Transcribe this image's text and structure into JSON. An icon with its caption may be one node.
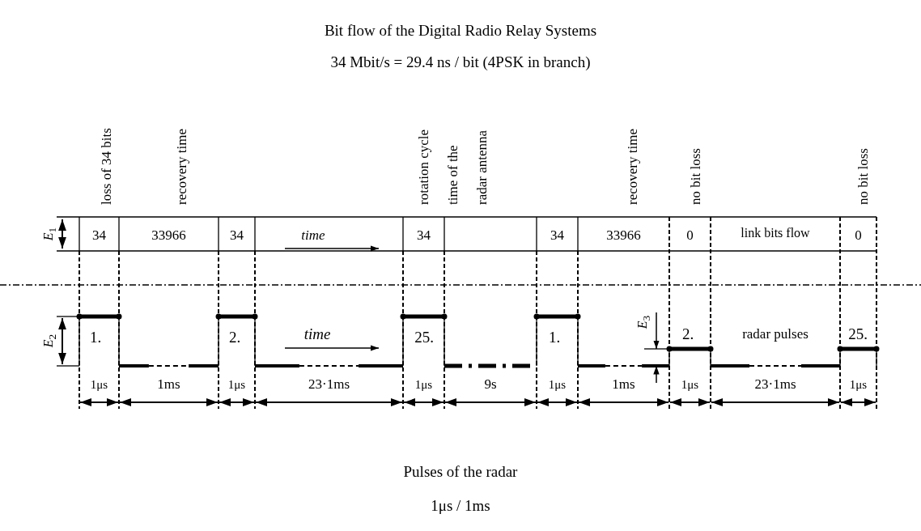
{
  "diagram": {
    "title": "Bit flow of the Digital Radio Relay Systems",
    "caption": "Pulses of the radar",
    "labels": [
      "34 Mbit/s = 29.4 ns / bit  (4PSK in branch)",
      "loss of 34 bits",
      "recovery time",
      "rotation cycle time of the radar antenna",
      "recovery time",
      "no bit loss",
      "no bit loss",
      "*E*$_{1}$",
      "34",
      "33966",
      "34",
      "time",
      "34",
      "34",
      "33966",
      "0",
      "link bits flow",
      "0",
      "*E*$_{2}$",
      "1.",
      "2.",
      "time",
      "25.",
      "1.",
      "*E*$_{3}$",
      "2.",
      "radar pulses",
      "25.",
      "1μs",
      "1ms",
      "1μs",
      "23·1ms",
      "1μs",
      "9s",
      "1μs",
      "1ms",
      "1μs",
      "23·1ms",
      "1μs",
      "1μs / 1ms"
    ]
  }
}
